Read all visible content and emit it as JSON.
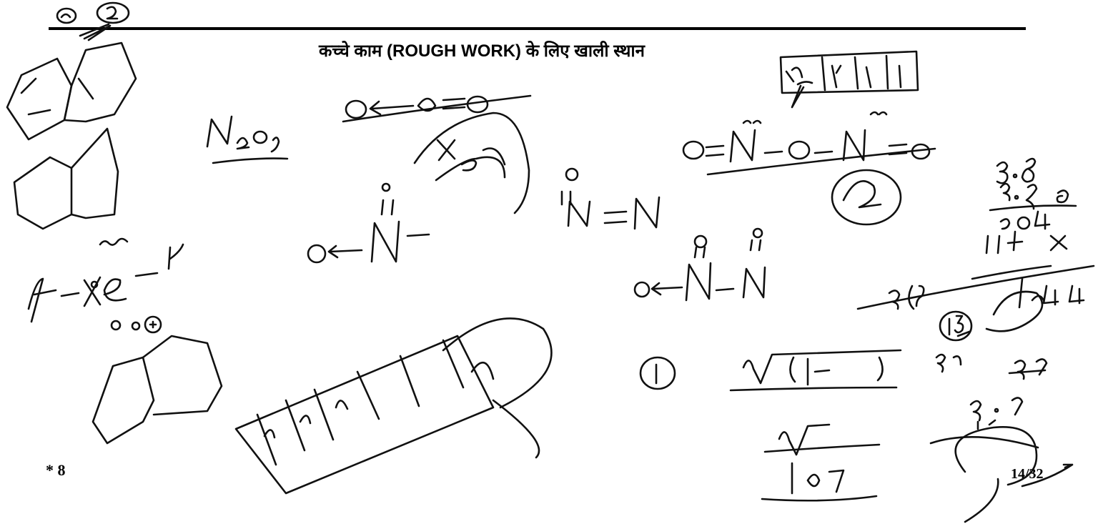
{
  "header": {
    "title": "कच्चे काम  (ROUGH WORK) के लिए खाली स्थान"
  },
  "footer": {
    "marker": "* 8",
    "page_number": "14/32"
  },
  "handwriting": {
    "description_free": true,
    "ink_color": "#111111"
  }
}
